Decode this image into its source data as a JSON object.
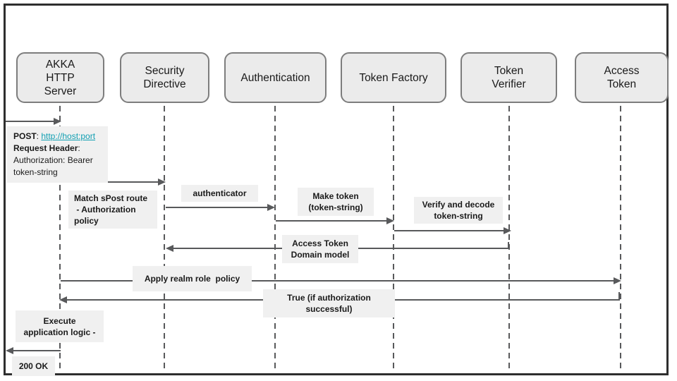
{
  "actors": [
    {
      "label": "AKKA\nHTTP\nServer"
    },
    {
      "label": "Security\nDirective"
    },
    {
      "label": "Authentication"
    },
    {
      "label": "Token Factory"
    },
    {
      "label": "Token\nVerifier"
    },
    {
      "label": "Access\nToken"
    }
  ],
  "request_note": {
    "method": "POST",
    "method_sep": ": ",
    "url": "http://host:port",
    "header_label": "Request Header",
    "header_sep": ":",
    "auth_text": "Authorization: Bearer token-string"
  },
  "messages": [
    {
      "text": "Match sPost route\n - Authorization\npolicy"
    },
    {
      "text": "authenticator"
    },
    {
      "text": "Make token\n(token-string)"
    },
    {
      "text": "Verify and decode\ntoken-string"
    },
    {
      "text": "Access Token\nDomain model"
    },
    {
      "text": "Apply realm role  policy"
    },
    {
      "text": "True (if authorization\nsuccessful)"
    },
    {
      "text": "Execute\napplication logic -"
    },
    {
      "text": "200 OK"
    }
  ],
  "colors": {
    "link": "#119fb2",
    "arrow": "#58595b",
    "actor_fill": "#ebebeb",
    "actor_border": "#7d7d7d",
    "label_bg": "#f0f0f0",
    "frame": "#2e2e2e"
  }
}
